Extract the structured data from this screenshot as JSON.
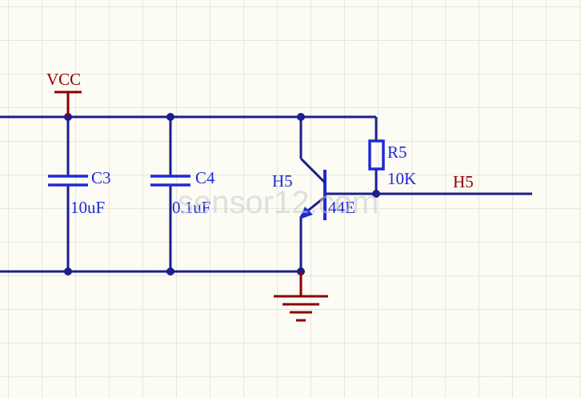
{
  "colors": {
    "wire": "#1a1f8c",
    "component": "#1e2ad6",
    "power": "#8b0000",
    "ref_text": "#1e2ad6",
    "net_text": "#8b0000",
    "watermark": "#c9c9c9"
  },
  "power": {
    "label": "VCC"
  },
  "capacitors": [
    {
      "designator": "C3",
      "value": "10uF"
    },
    {
      "designator": "C4",
      "value": "0.1uF"
    }
  ],
  "transistor": {
    "designator": "H5",
    "part": "44E"
  },
  "resistor": {
    "designator": "R5",
    "value": "10K"
  },
  "net_label": "H5",
  "watermark": "sensor12.com"
}
